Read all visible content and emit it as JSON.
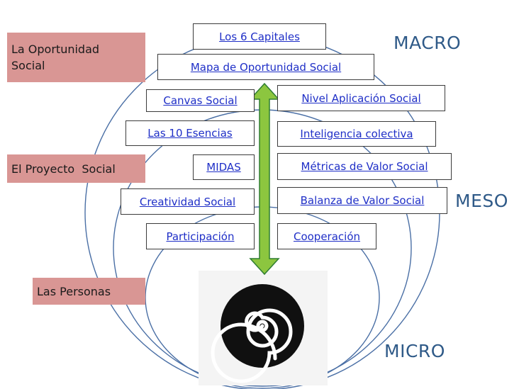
{
  "scales": {
    "macro": "MACRO",
    "meso": "MESO",
    "micro": "MICRO"
  },
  "levels": {
    "social_opportunity": "La Oportunidad Social",
    "social_project": "El Proyecto  Social",
    "people": "Las Personas"
  },
  "links": {
    "six_capitals": "Los 6 Capitales",
    "opportunity_map": "Mapa de Oportunidad Social",
    "canvas": "Canvas Social",
    "application_level": "Nivel Aplicación Social",
    "ten_essences": "Las 10 Esencias",
    "collective_intelligence": "Inteligencia colectiva",
    "midas": "MIDAS",
    "value_metrics": "Métricas de Valor Social",
    "creativity": "Creatividad Social",
    "value_balance": "Balanza de Valor Social",
    "participation": "Participación",
    "cooperation": "Cooperación"
  },
  "colors": {
    "ring": "#4a6fa5",
    "link": "#1f2fc7",
    "level_fill": "#d99694",
    "scale_text": "#2f5a88",
    "arrow_fill": "#8cc63f",
    "arrow_stroke": "#2e7d32"
  }
}
